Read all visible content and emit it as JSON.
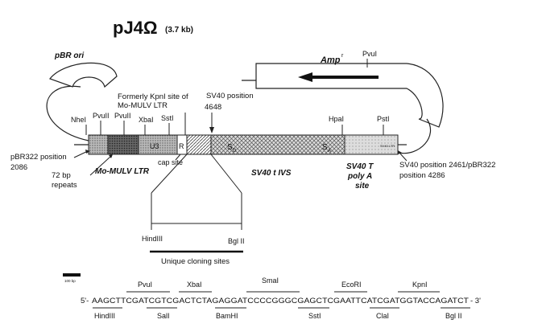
{
  "title": {
    "main": "pJ4Ω",
    "size": "(3.7 kb)"
  },
  "backbone": {
    "ori": "pBR ori",
    "amp": "Amp",
    "amp_sup": "r",
    "pvui": "PvuI"
  },
  "sites_top": {
    "nhel": "NheI",
    "pvuII_1": "PvuII",
    "pvuII_2": "PvuII",
    "xbal": "XbaI",
    "sstl": "SstI",
    "hpal": "HpaI",
    "pstl": "PstI"
  },
  "annotations": {
    "formerly": "Formerly KpnI site of",
    "formerly2": "Mo-MULV LTR",
    "sv40pos": "SV40 position",
    "sv40pos_num": "4648",
    "pbr322pos": "pBR322 position",
    "pbr322pos_num": "2086",
    "bp72": "72 bp",
    "repeats": "repeats",
    "cap": "cap site",
    "sv40end": "SV40 position 2461/pBR322",
    "sv40end2": "position 4286"
  },
  "segments": {
    "u3": "U3",
    "r": "R",
    "sd": "S",
    "sd_sub": "D",
    "sa": "S",
    "sa_sub": "A",
    "momulv": "Mo-MULV LTR",
    "sv40t": "SV40 t IVS",
    "polyA1": "SV40 T",
    "polyA2": "poly A",
    "polyA3": "site",
    "tiny": "SV40 LTR"
  },
  "cloning": {
    "hindIII": "HindIII",
    "bglII": "Bgl II",
    "unique": "Unique cloning sites"
  },
  "scalebar": "100 bp",
  "sequence": {
    "prefix": "5'-",
    "seq": "AAGCTTCGATCGTCGACTCTAGAGGATCCCCGGGCGAGCTCGAATTCATCGATGGTACCAGATCT",
    "suffix": " - 3'",
    "above": [
      "PvuI",
      "XbaI",
      "SmaI",
      "EcoRI",
      "KpnI"
    ],
    "below": [
      "HindIII",
      "SalI",
      "BamHI",
      "SstI",
      "ClaI",
      "Bgl II"
    ]
  }
}
